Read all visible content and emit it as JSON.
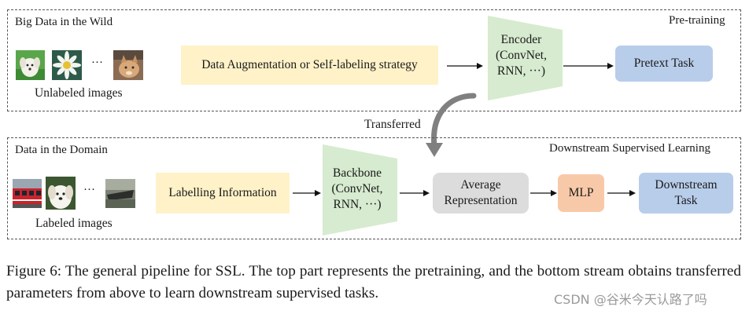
{
  "top_panel": {
    "title": "Big Data in the Wild",
    "corner_label": "Pre-training",
    "images_label": "Unlabeled images",
    "ellipsis": "···",
    "augment_box": "Data Augmentation or Self-labeling strategy",
    "encoder": {
      "line1": "Encoder",
      "line2": "(ConvNet,",
      "line3": "RNN, ···)"
    },
    "pretext_box": "Pretext Task",
    "thumbnails": [
      "puppy-photo",
      "daisy-photo",
      "cat-photo"
    ]
  },
  "transfer_label": "Transferred",
  "bottom_panel": {
    "title": "Data in the Domain",
    "corner_label": "Downstream Supervised Learning",
    "images_label": "Labeled images",
    "ellipsis": "···",
    "labelling_box": "Labelling Information",
    "backbone": {
      "line1": "Backbone",
      "line2": "(ConvNet,",
      "line3": "RNN, ···)"
    },
    "avg_box": {
      "line1": "Average",
      "line2": "Representation"
    },
    "mlp_box": "MLP",
    "task_box": {
      "line1": "Downstream",
      "line2": "Task"
    },
    "thumbnails": [
      "train-photo",
      "dog-photo",
      "boat-photo"
    ]
  },
  "caption": "Figure 6: The general pipeline for SSL. The top part represents the pretraining, and the bottom stream obtains transferred parameters from above to learn downstream supervised tasks.",
  "watermark": "CSDN @谷米今天认路了吗",
  "colors": {
    "yellow_box": "#fff2c8",
    "green_trapezoid": "#d6ebcf",
    "blue_box": "#b8cdea",
    "gray_box": "#dcdcdc",
    "orange_box": "#f8c9a8"
  }
}
